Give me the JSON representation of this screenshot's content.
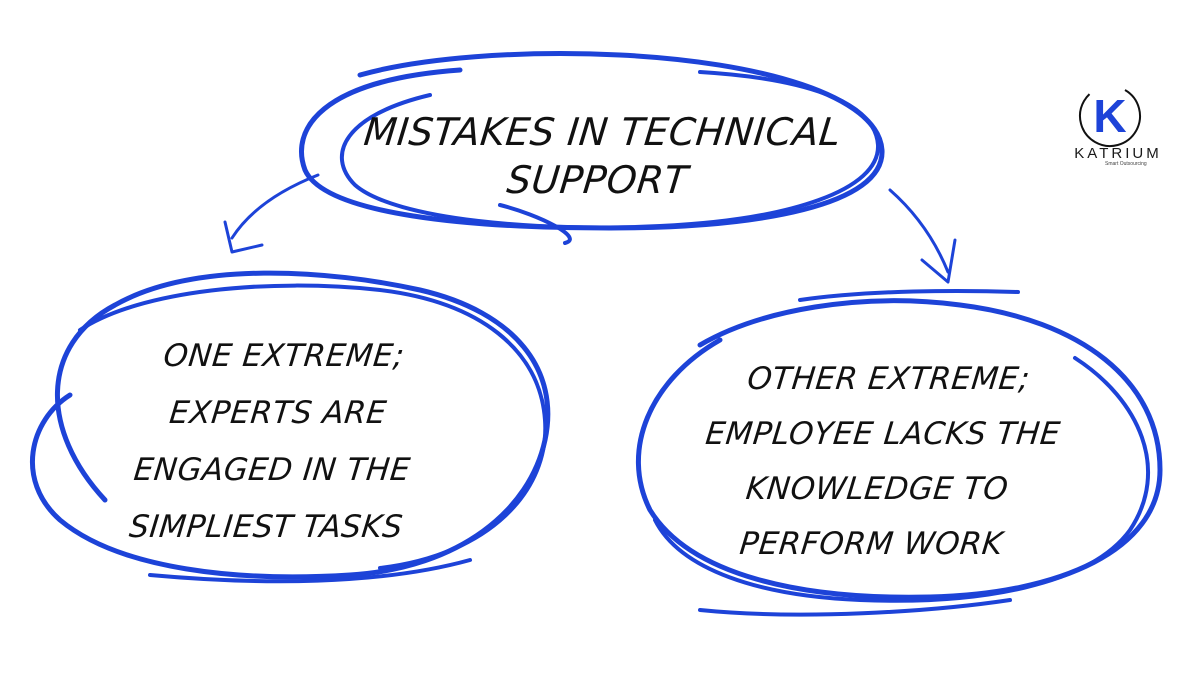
{
  "diagram": {
    "title": {
      "lines": [
        "MISTAKES IN TECHNICAL",
        "SUPPORT"
      ]
    },
    "left_node": {
      "lines": [
        "ONE EXTREME;",
        "EXPERTS ARE",
        "ENGAGED IN THE",
        "SIMPLIEST TASKS"
      ]
    },
    "right_node": {
      "lines": [
        "OTHER EXTREME;",
        "EMPLOYEE LACKS THE",
        "KNOWLEDGE TO",
        "PERFORM WORK"
      ]
    },
    "stroke_color": "#1d43d8"
  },
  "logo": {
    "letter": "K",
    "name": "KATRIUM",
    "tagline": "Smart Outsourcing",
    "accent_color": "#1d43d8"
  }
}
